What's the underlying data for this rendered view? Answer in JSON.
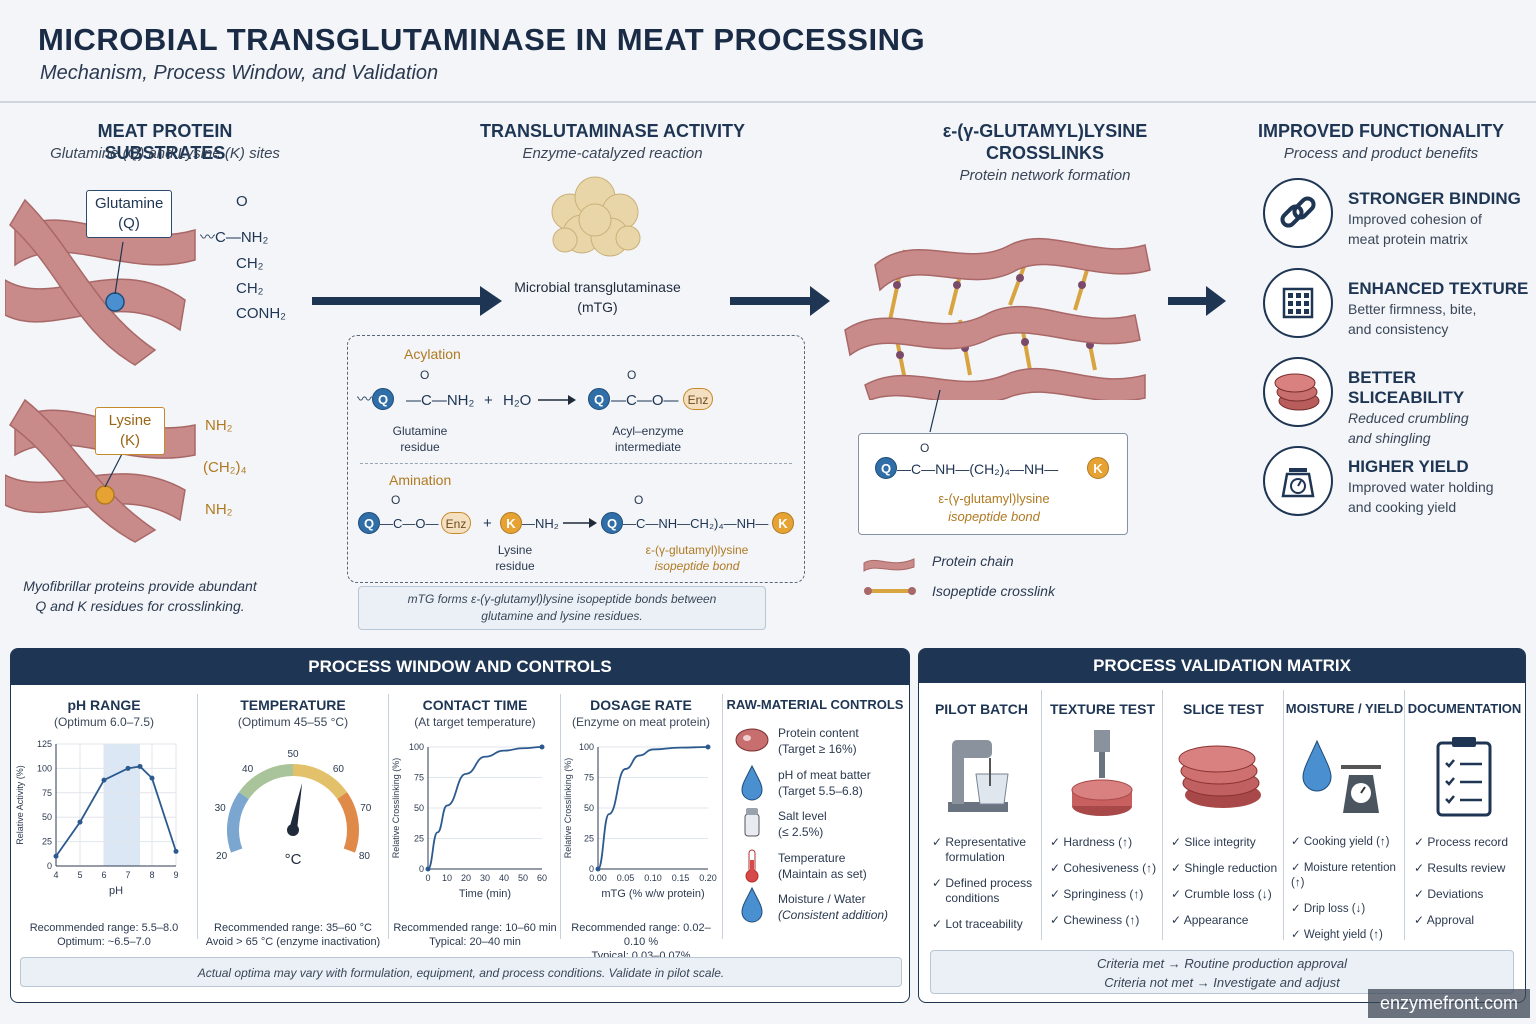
{
  "header": {
    "title": "MICROBIAL TRANSGLUTAMINASE IN MEAT PROCESSING",
    "subtitle": "Mechanism, Process Window, and Validation"
  },
  "col1": {
    "title": "MEAT PROTEIN SUBSTRATES",
    "sub": "Glutamine (Q) and Lysine (K) sites",
    "gln_label_1": "Glutamine",
    "gln_label_2": "(Q)",
    "lys_label_1": "Lysine",
    "lys_label_2": "(K)",
    "gln_chem": [
      "O",
      "C—NH₂",
      "CH₂",
      "CH₂",
      "CONH₂"
    ],
    "lys_chem": [
      "NH₂",
      "(CH₂)₄",
      "NH₂"
    ],
    "caption_1": "Myofibrillar proteins provide abundant",
    "caption_2": "Q and K residues for crosslinking."
  },
  "col2": {
    "title": "TRANSLUTAMINASE ACTIVITY",
    "sub": "Enzyme-catalyzed reaction",
    "enzyme_1": "Microbial transglutaminase",
    "enzyme_2": "(mTG)",
    "acylation": "Acylation",
    "amination": "Amination",
    "q": "Q",
    "k": "K",
    "enz": "Enz",
    "nh2": "—NH₂",
    "plus": "+",
    "h2o": "H₂O",
    "gln_res_1": "Glutamine",
    "gln_res_2": "residue",
    "acyl_1": "Acyl–enzyme",
    "acyl_2": "intermediate",
    "lys_res_1": "Lysine",
    "lys_res_2": "residue",
    "prod_1": "ε-(γ-glutamyl)lysine",
    "prod_2": "isopeptide bond",
    "note_1": "mTG forms ε-(γ-glutamyl)lysine isopeptide bonds between",
    "note_2": "glutamine and lysine residues."
  },
  "col3": {
    "title_1": "ε-(γ-GLUTAMYL)LYSINE",
    "title_2": "CROSSLINKS",
    "sub": "Protein network formation",
    "bond_1": "ε-(γ-glutamyl)lysine",
    "bond_2": "isopeptide bond",
    "bond_chem": "C—NH—(CH₂)₄—NH—",
    "legend_chain": "Protein chain",
    "legend_link": "Isopeptide crosslink"
  },
  "col4": {
    "title": "IMPROVED FUNCTIONALITY",
    "sub": "Process and product benefits",
    "items": [
      {
        "h": "STRONGER BINDING",
        "t1": "Improved cohesion of",
        "t2": "meat protein matrix",
        "icon": "link-icon"
      },
      {
        "h": "ENHANCED TEXTURE",
        "t1": "Better firmness, bite,",
        "t2": "and consistency",
        "icon": "texture-grid-icon"
      },
      {
        "h": "BETTER SLICEABILITY",
        "t1": "Reduced crumbling",
        "t2": "and shingling",
        "icon": "meat-slice-icon"
      },
      {
        "h": "HIGHER YIELD",
        "t1": "Improved water holding",
        "t2": "and cooking yield",
        "icon": "scale-icon"
      }
    ]
  },
  "window": {
    "title": "PROCESS WINDOW AND CONTROLS",
    "ph": {
      "h": "pH RANGE",
      "s": "(Optimum 6.0–7.5)",
      "n1": "Recommended range: 5.5–8.0",
      "n2": "Optimum: ~6.5–7.0",
      "xlabel": "pH",
      "ylabel": "Relative Activity (%)"
    },
    "temp": {
      "h": "TEMPERATURE",
      "s": "(Optimum 45–55 °C)",
      "unit": "°C",
      "ticks": [
        "20",
        "30",
        "40",
        "50",
        "60",
        "70",
        "80"
      ],
      "n1": "Recommended range: 35–60 °C",
      "n2": "Avoid > 65 °C (enzyme inactivation)",
      "value": 53
    },
    "time": {
      "h": "CONTACT TIME",
      "s": "(At target temperature)",
      "n1": "Recommended range: 10–60 min",
      "n2": "Typical: 20–40 min",
      "xlabel": "Time (min)",
      "ylabel": "Relative Crosslinking (%)"
    },
    "dose": {
      "h": "DOSAGE RATE",
      "s": "(Enzyme on meat protein)",
      "n1": "Recommended range: 0.02–0.10 %",
      "n2": "Typical: 0.03–0.07%",
      "xlabel": "mTG (% w/w protein)",
      "ylabel": "Relative Crosslinking (%)"
    },
    "raw": {
      "h": "RAW-MATERIAL CONTROLS",
      "items": [
        {
          "a": "Protein content",
          "b": "(Target ≥ 16%)",
          "icon": "meat-icon"
        },
        {
          "a": "pH of meat batter",
          "b": "(Target 5.5–6.8)",
          "icon": "drop-icon"
        },
        {
          "a": "Salt level",
          "b": "(≤ 2.5%)",
          "icon": "salt-shaker-icon"
        },
        {
          "a": "Temperature",
          "b": "(Maintain as set)",
          "icon": "thermometer-icon"
        },
        {
          "a": "Moisture / Water",
          "b": "(Consistent addition)",
          "icon": "water-drop-icon"
        }
      ]
    },
    "footer": "Actual optima may vary with formulation, equipment, and process conditions. Validate in pilot scale."
  },
  "matrix": {
    "title": "PROCESS VALIDATION MATRIX",
    "cols": [
      {
        "h": "PILOT BATCH",
        "icon": "mixer-icon",
        "items": [
          "Representative formulation",
          "Defined process conditions",
          "Lot traceability"
        ]
      },
      {
        "h": "TEXTURE TEST",
        "icon": "texture-analyzer-icon",
        "items": [
          "Hardness (↑)",
          "Cohesiveness (↑)",
          "Springiness (↑)",
          "Chewiness (↑)"
        ]
      },
      {
        "h": "SLICE TEST",
        "icon": "sliced-meat-icon",
        "items": [
          "Slice integrity",
          "Shingle reduction",
          "Crumble loss (↓)",
          "Appearance"
        ]
      },
      {
        "h": "MOISTURE / YIELD",
        "icon": "drop-scale-icon",
        "items": [
          "Cooking yield (↑)",
          "Moisture retention (↑)",
          "Drip loss (↓)",
          "Weight yield (↑)"
        ]
      },
      {
        "h": "DOCUMENTATION",
        "icon": "clipboard-icon",
        "items": [
          "Process record",
          "Results review",
          "Deviations",
          "Approval"
        ]
      }
    ],
    "footer_1": "Criteria met → Routine production approval",
    "footer_2": "Criteria not met → Investigate and adjust"
  },
  "watermark": "enzymefront.com",
  "colors": {
    "navy": "#1e3553",
    "glutamine": "#2f6ea7",
    "lysine": "#e6a232",
    "meat": "#c98a8a",
    "curve": "#2c5a8f"
  },
  "chart_data": [
    {
      "type": "line",
      "name": "pH",
      "x": [
        4,
        5,
        6,
        7,
        7.5,
        8,
        9
      ],
      "y": [
        10,
        45,
        88,
        100,
        102,
        90,
        15
      ],
      "xlabel": "pH",
      "ylabel": "Relative Activity (%)",
      "xlim": [
        4,
        9
      ],
      "ylim": [
        0,
        125
      ],
      "xticks": [
        4,
        5,
        6,
        7,
        8,
        9
      ],
      "yticks": [
        0,
        25,
        50,
        75,
        100,
        125
      ],
      "optimum_band": [
        6,
        7.5
      ]
    },
    {
      "type": "line",
      "name": "time",
      "x": [
        0,
        5,
        10,
        20,
        30,
        40,
        50,
        60
      ],
      "y": [
        0,
        30,
        52,
        78,
        92,
        97,
        99,
        100
      ],
      "xlabel": "Time (min)",
      "ylabel": "Relative Crosslinking (%)",
      "xlim": [
        0,
        60
      ],
      "ylim": [
        0,
        100
      ],
      "xticks": [
        0,
        10,
        20,
        30,
        40,
        50,
        60
      ],
      "yticks": [
        0,
        25,
        50,
        75,
        100
      ]
    },
    {
      "type": "line",
      "name": "dose",
      "x": [
        0,
        0.02,
        0.05,
        0.075,
        0.1,
        0.15,
        0.2
      ],
      "y": [
        0,
        45,
        82,
        93,
        98,
        99.5,
        100
      ],
      "xlabel": "mTG (% w/w protein)",
      "ylabel": "Relative Crosslinking (%)",
      "xlim": [
        0,
        0.2
      ],
      "ylim": [
        0,
        100
      ],
      "xticks": [
        "0.00",
        "0.05",
        "0.10",
        "0.15",
        "0.20"
      ],
      "yticks": [
        0,
        25,
        50,
        75,
        100
      ]
    }
  ]
}
